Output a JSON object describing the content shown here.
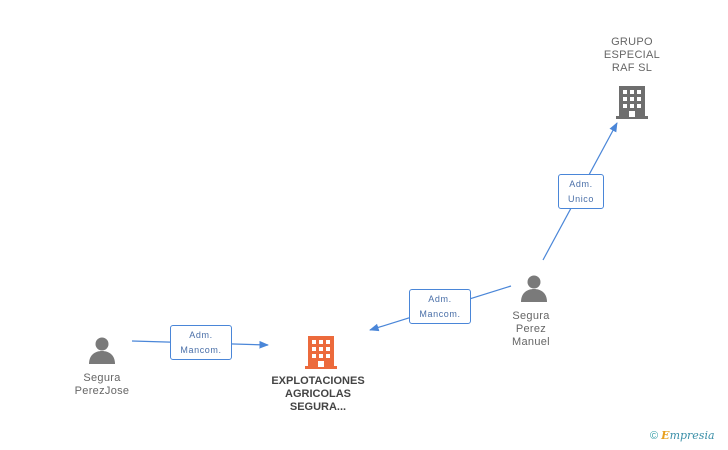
{
  "nodes": {
    "grupo_especial": {
      "lines": [
        "GRUPO",
        "ESPECIAL",
        "RAF SL"
      ],
      "type": "company"
    },
    "segura_manuel": {
      "lines": [
        "Segura",
        "Perez",
        "Manuel"
      ],
      "type": "person"
    },
    "segura_jose": {
      "lines": [
        "Segura",
        "PerezJose"
      ],
      "type": "person"
    },
    "explotaciones": {
      "lines": [
        "EXPLOTACIONES",
        "AGRICOLAS",
        "SEGURA..."
      ],
      "type": "company",
      "highlight": true
    }
  },
  "edges": {
    "manuel_to_grupo": {
      "lines": [
        "Adm.",
        "Unico"
      ]
    },
    "manuel_to_explotaciones": {
      "lines": [
        "Adm.",
        "Mancom."
      ]
    },
    "jose_to_explotaciones": {
      "lines": [
        "Adm.",
        "Mancom."
      ]
    }
  },
  "footer": {
    "copyright": "©",
    "brand_first": "E",
    "brand_rest": "mpresia"
  },
  "colors": {
    "edge": "#4a86d8",
    "person": "#7a7a7a",
    "company": "#6e6e6e",
    "company_highlight": "#ec6a3c"
  }
}
